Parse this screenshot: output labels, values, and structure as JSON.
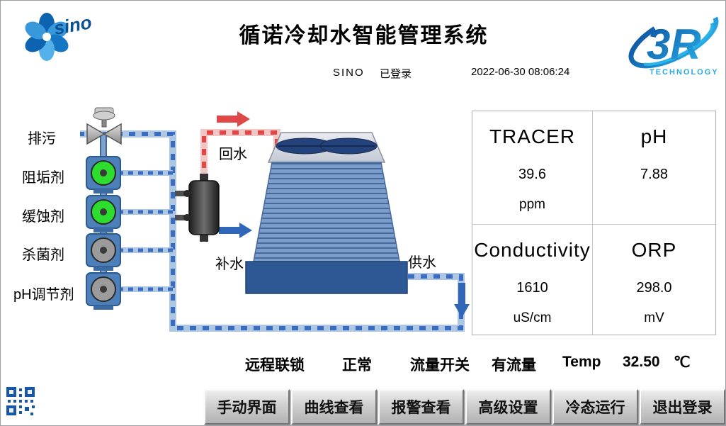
{
  "header": {
    "title": "循诺冷却水智能管理系统",
    "logo_sino": "sino",
    "logo_3r": "3R",
    "logo_3r_sub": "TECHNOLOGY",
    "user": "SINO",
    "login_status": "已登录",
    "datetime": "2022-06-30  08:06:24"
  },
  "diagram": {
    "labels": {
      "blowdown": "排污",
      "scale_inhibitor": "阻垢剂",
      "corrosion_inhibitor": "缓蚀剂",
      "biocide": "杀菌剂",
      "ph_adjuster": "pH调节剂",
      "return_water": "回水",
      "makeup_water": "补水",
      "supply_water": "供水"
    },
    "pump_states": [
      "running",
      "running",
      "stopped",
      "stopped"
    ],
    "pump_colors": [
      "#2ddd2d",
      "#2ddd2d",
      "#9b9b9b",
      "#9b9b9b"
    ]
  },
  "readings": {
    "tracer": {
      "label": "TRACER",
      "value": "39.6",
      "unit": "ppm"
    },
    "ph": {
      "label": "pH",
      "value": "7.88",
      "unit": ""
    },
    "conductivity": {
      "label": "Conductivity",
      "value": "1610",
      "unit": "uS/cm"
    },
    "orp": {
      "label": "ORP",
      "value": "298.0",
      "unit": "mV"
    }
  },
  "status": {
    "interlock_label": "远程联锁",
    "interlock_value": "正常",
    "flow_label": "流量开关",
    "flow_value": "有流量",
    "temp_label": "Temp",
    "temp_value": "32.50",
    "temp_unit": "℃"
  },
  "buttons": [
    {
      "label": "手动界面"
    },
    {
      "label": "曲线查看"
    },
    {
      "label": "报警查看"
    },
    {
      "label": "高级设置"
    },
    {
      "label": "冷态运行"
    },
    {
      "label": "退出登录"
    }
  ],
  "colors": {
    "pipe_blue": "#3a6cc0",
    "pipe_blue_base": "#adc6e4",
    "pipe_red": "#e04848",
    "pipe_red_base": "#f3c6c6",
    "tower_stripe": "#7b9dcb",
    "tower_stripe_dark": "#49699b",
    "basin_blue": "#2e5894",
    "pump_body": "#4d7fb9",
    "brand_blue": "#1576c4"
  }
}
